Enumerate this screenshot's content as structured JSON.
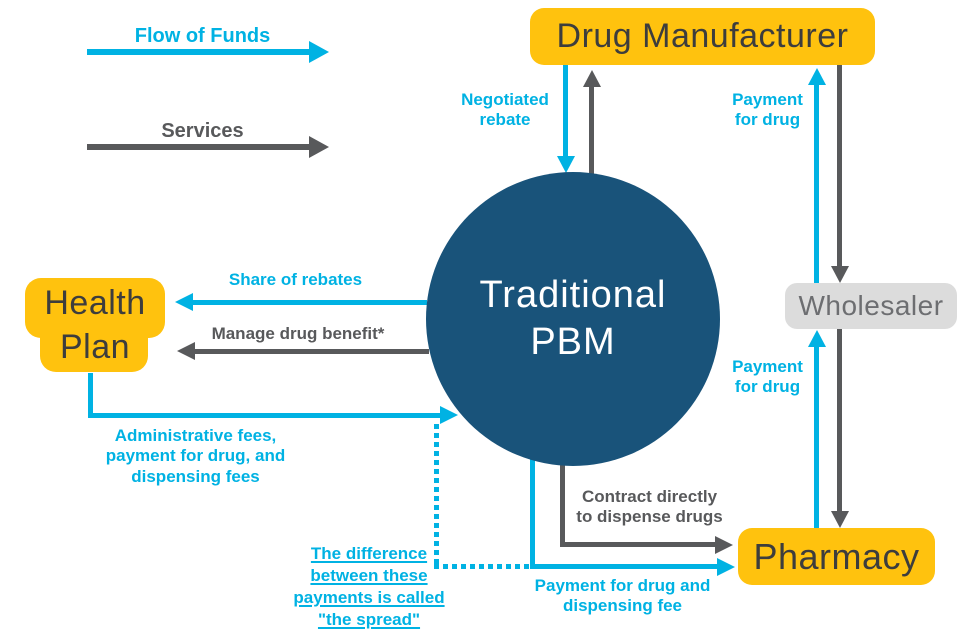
{
  "colors": {
    "flow_of_funds": "#00b2e3",
    "services": "#58595b",
    "node_yellow": "#ffc20e",
    "pbm_blue": "#19537a",
    "wholesaler_gray": "#dcdcdc",
    "node_text": "#3d3d3d",
    "wholesaler_text": "#6d6e71"
  },
  "legend": {
    "flow_of_funds": "Flow of Funds",
    "services": "Services"
  },
  "nodes": {
    "drug_manufacturer": "Drug Manufacturer",
    "pbm": {
      "line1": "Traditional",
      "line2": "PBM"
    },
    "health_plan": {
      "line1": "Health",
      "line2": "Plan"
    },
    "wholesaler": "Wholesaler",
    "pharmacy": "Pharmacy"
  },
  "labels": {
    "negotiated_rebate": {
      "line1": "Negotiated",
      "line2": "rebate"
    },
    "payment_for_drug": {
      "line1": "Payment",
      "line2": "for drug"
    },
    "share_of_rebates": "Share of rebates",
    "manage_drug_benefit": "Manage drug benefit*",
    "admin_fees": {
      "line1": "Administrative fees,",
      "line2": "payment for drug, and",
      "line3": "dispensing fees"
    },
    "contract_directly": {
      "line1": "Contract directly",
      "line2": "to dispense drugs"
    },
    "payment_dispensing": {
      "line1": "Payment for drug and",
      "line2": "dispensing fee"
    },
    "spread": {
      "line1": "The difference",
      "line2": "between these",
      "line3": "payments is called",
      "line4": "\"the spread\""
    }
  }
}
